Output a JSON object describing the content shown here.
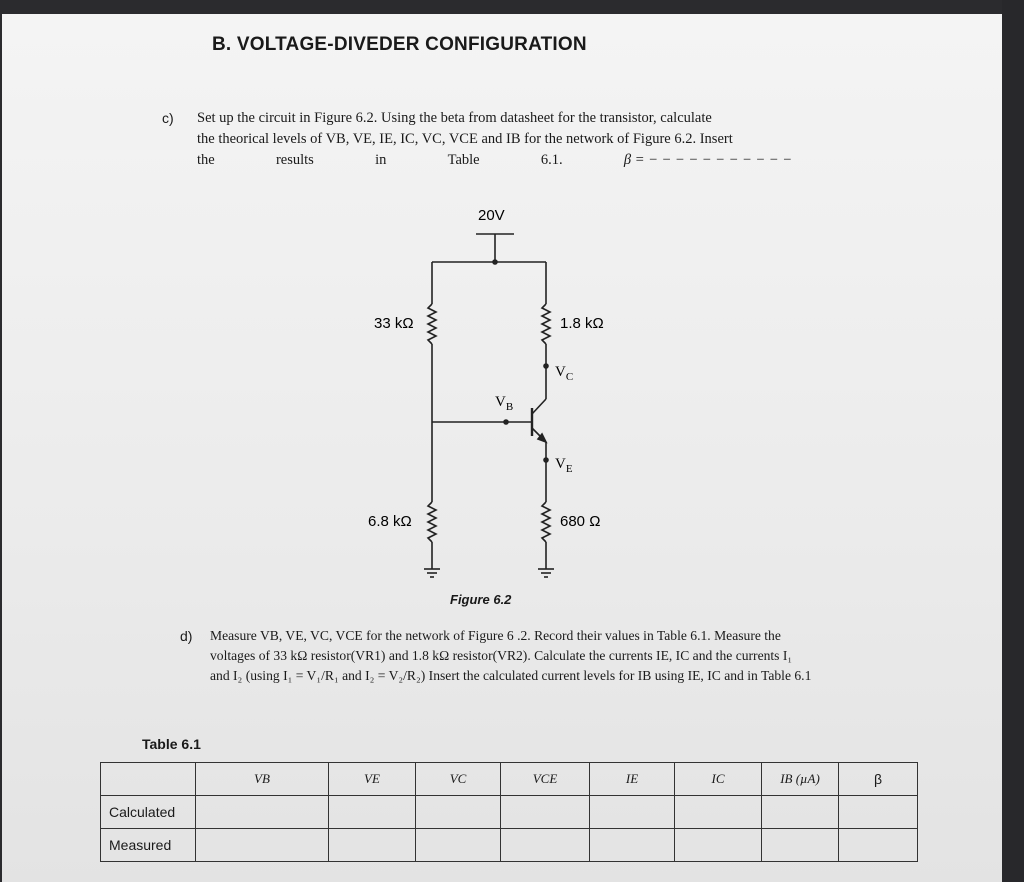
{
  "title": "B. VOLTAGE-DIVEDER CONFIGURATION",
  "part_c": {
    "label": "c)",
    "line1": "Set up the circuit in Figure 6.2. Using the beta from datasheet for the transistor, calculate",
    "line2": "the theorical levels of VB, VE, IE, IC, VC, VCE and IB for the network of Figure 6.2. Insert",
    "line3_words": [
      "the",
      "results",
      "in",
      "Table",
      "6.1."
    ],
    "beta_blank": "β = − − − − − − − − − − −"
  },
  "circuit": {
    "supply": "20V",
    "r1": "33 kΩ",
    "rc": "1.8 kΩ",
    "r2": "6.8 kΩ",
    "re": "680 Ω",
    "vc_label": "V",
    "vc_sub": "C",
    "vb_label": "V",
    "vb_sub": "B",
    "ve_label": "V",
    "ve_sub": "E"
  },
  "figure_caption": "Figure 6.2",
  "part_d": {
    "label": "d)",
    "line1": "Measure VB, VE, VC, VCE for the network of Figure 6 .2. Record their values in Table 6.1. Measure the",
    "line2": "voltages of 33 kΩ resistor(VR1) and 1.8 kΩ resistor(VR2). Calculate the currents IE, IC and the currents I₁",
    "line3": "and I₂ (using I₁ = V₁/R₁ and I₂ = V₂/R₂) Insert the calculated current levels for IB using IE, IC and in Table 6.1"
  },
  "table": {
    "title": "Table 6.1",
    "headers": [
      "",
      "VB",
      "VE",
      "VC",
      "VCE",
      "IE",
      "IC",
      "IB (µA)",
      "β"
    ],
    "rows": [
      {
        "label": "Calculated",
        "cells": [
          "",
          "",
          "",
          "",
          "",
          "",
          "",
          ""
        ]
      },
      {
        "label": "Measured",
        "cells": [
          "",
          "",
          "",
          "",
          "",
          "",
          "",
          ""
        ]
      }
    ]
  }
}
